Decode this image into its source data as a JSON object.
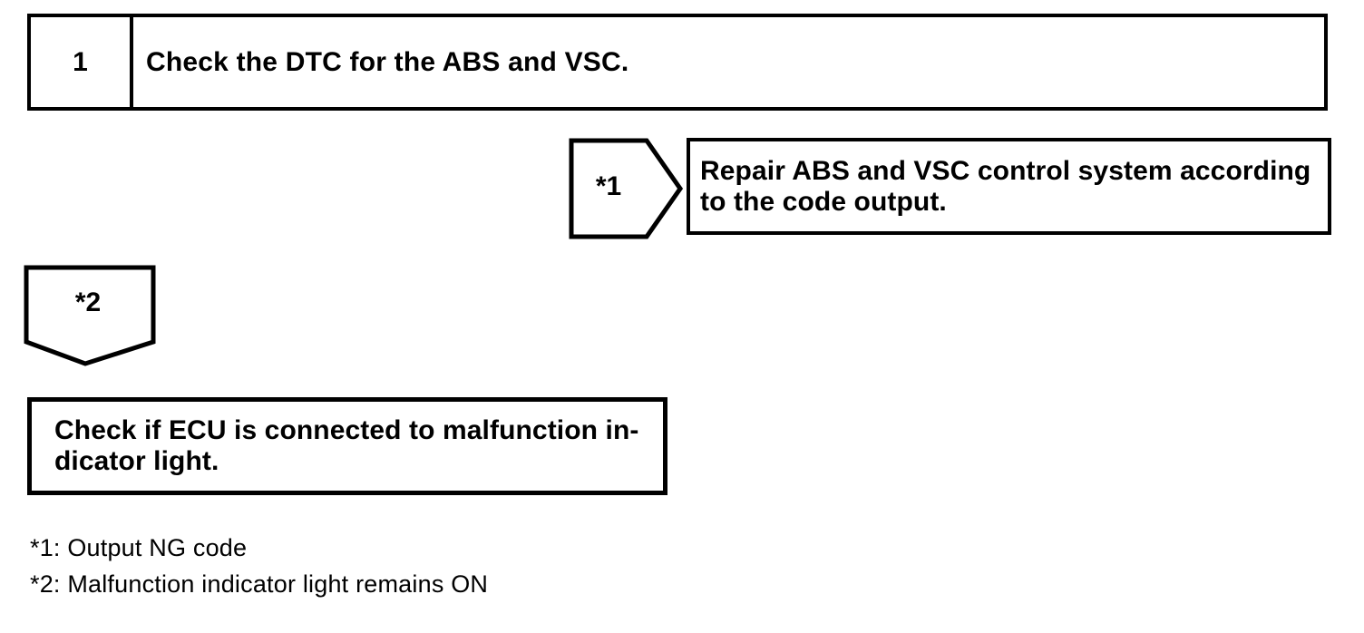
{
  "page": {
    "background_color": "#ffffff",
    "ink_color": "#000000"
  },
  "flowchart": {
    "step_box": {
      "number": "1",
      "title": "Check the DTC for the ABS and VSC."
    },
    "result_connector": {
      "label": "*1",
      "direction": "right"
    },
    "result_box": {
      "line1": "Repair ABS and VSC control system according",
      "line2": "to the code output."
    },
    "next_connector": {
      "label": "*2",
      "direction": "down"
    },
    "next_box": {
      "line1": "Check if ECU is connected to malfunction in-",
      "line2": "dicator light."
    },
    "footnotes": {
      "note1": "*1: Output NG code",
      "note2": "*2: Malfunction indicator light remains ON"
    }
  }
}
